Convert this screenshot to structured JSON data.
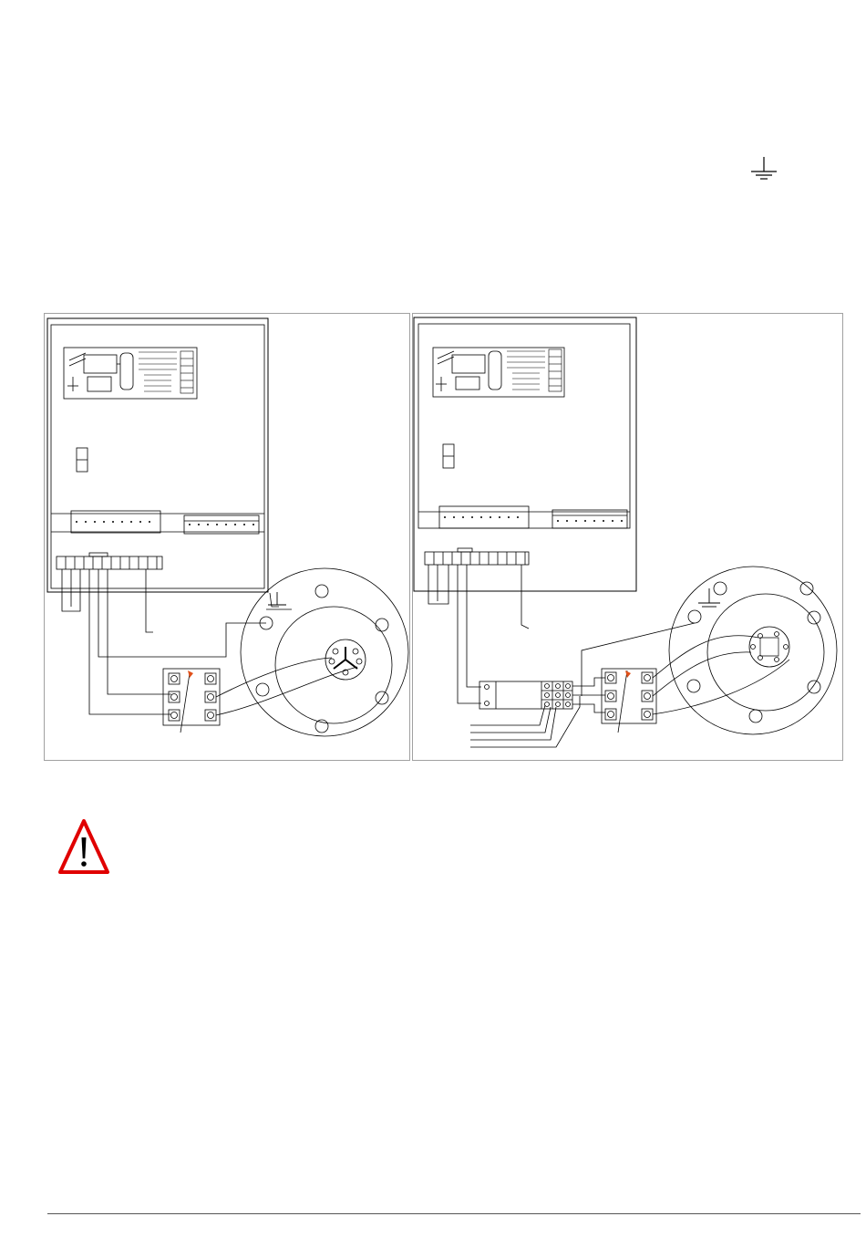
{
  "page": {
    "background": "#ffffff",
    "line_color": "#000000",
    "warning_color": "#e00000",
    "accent_arrow_color": "#e0501a"
  },
  "icons": {
    "ground": "ground-symbol-icon",
    "warning": "warning-triangle-icon",
    "thermostat": "thermostat-pointer-icon"
  },
  "diagrams": [
    {
      "id": "left",
      "variant": "direct-connection"
    },
    {
      "id": "right",
      "variant": "with-relay-contactor"
    }
  ]
}
